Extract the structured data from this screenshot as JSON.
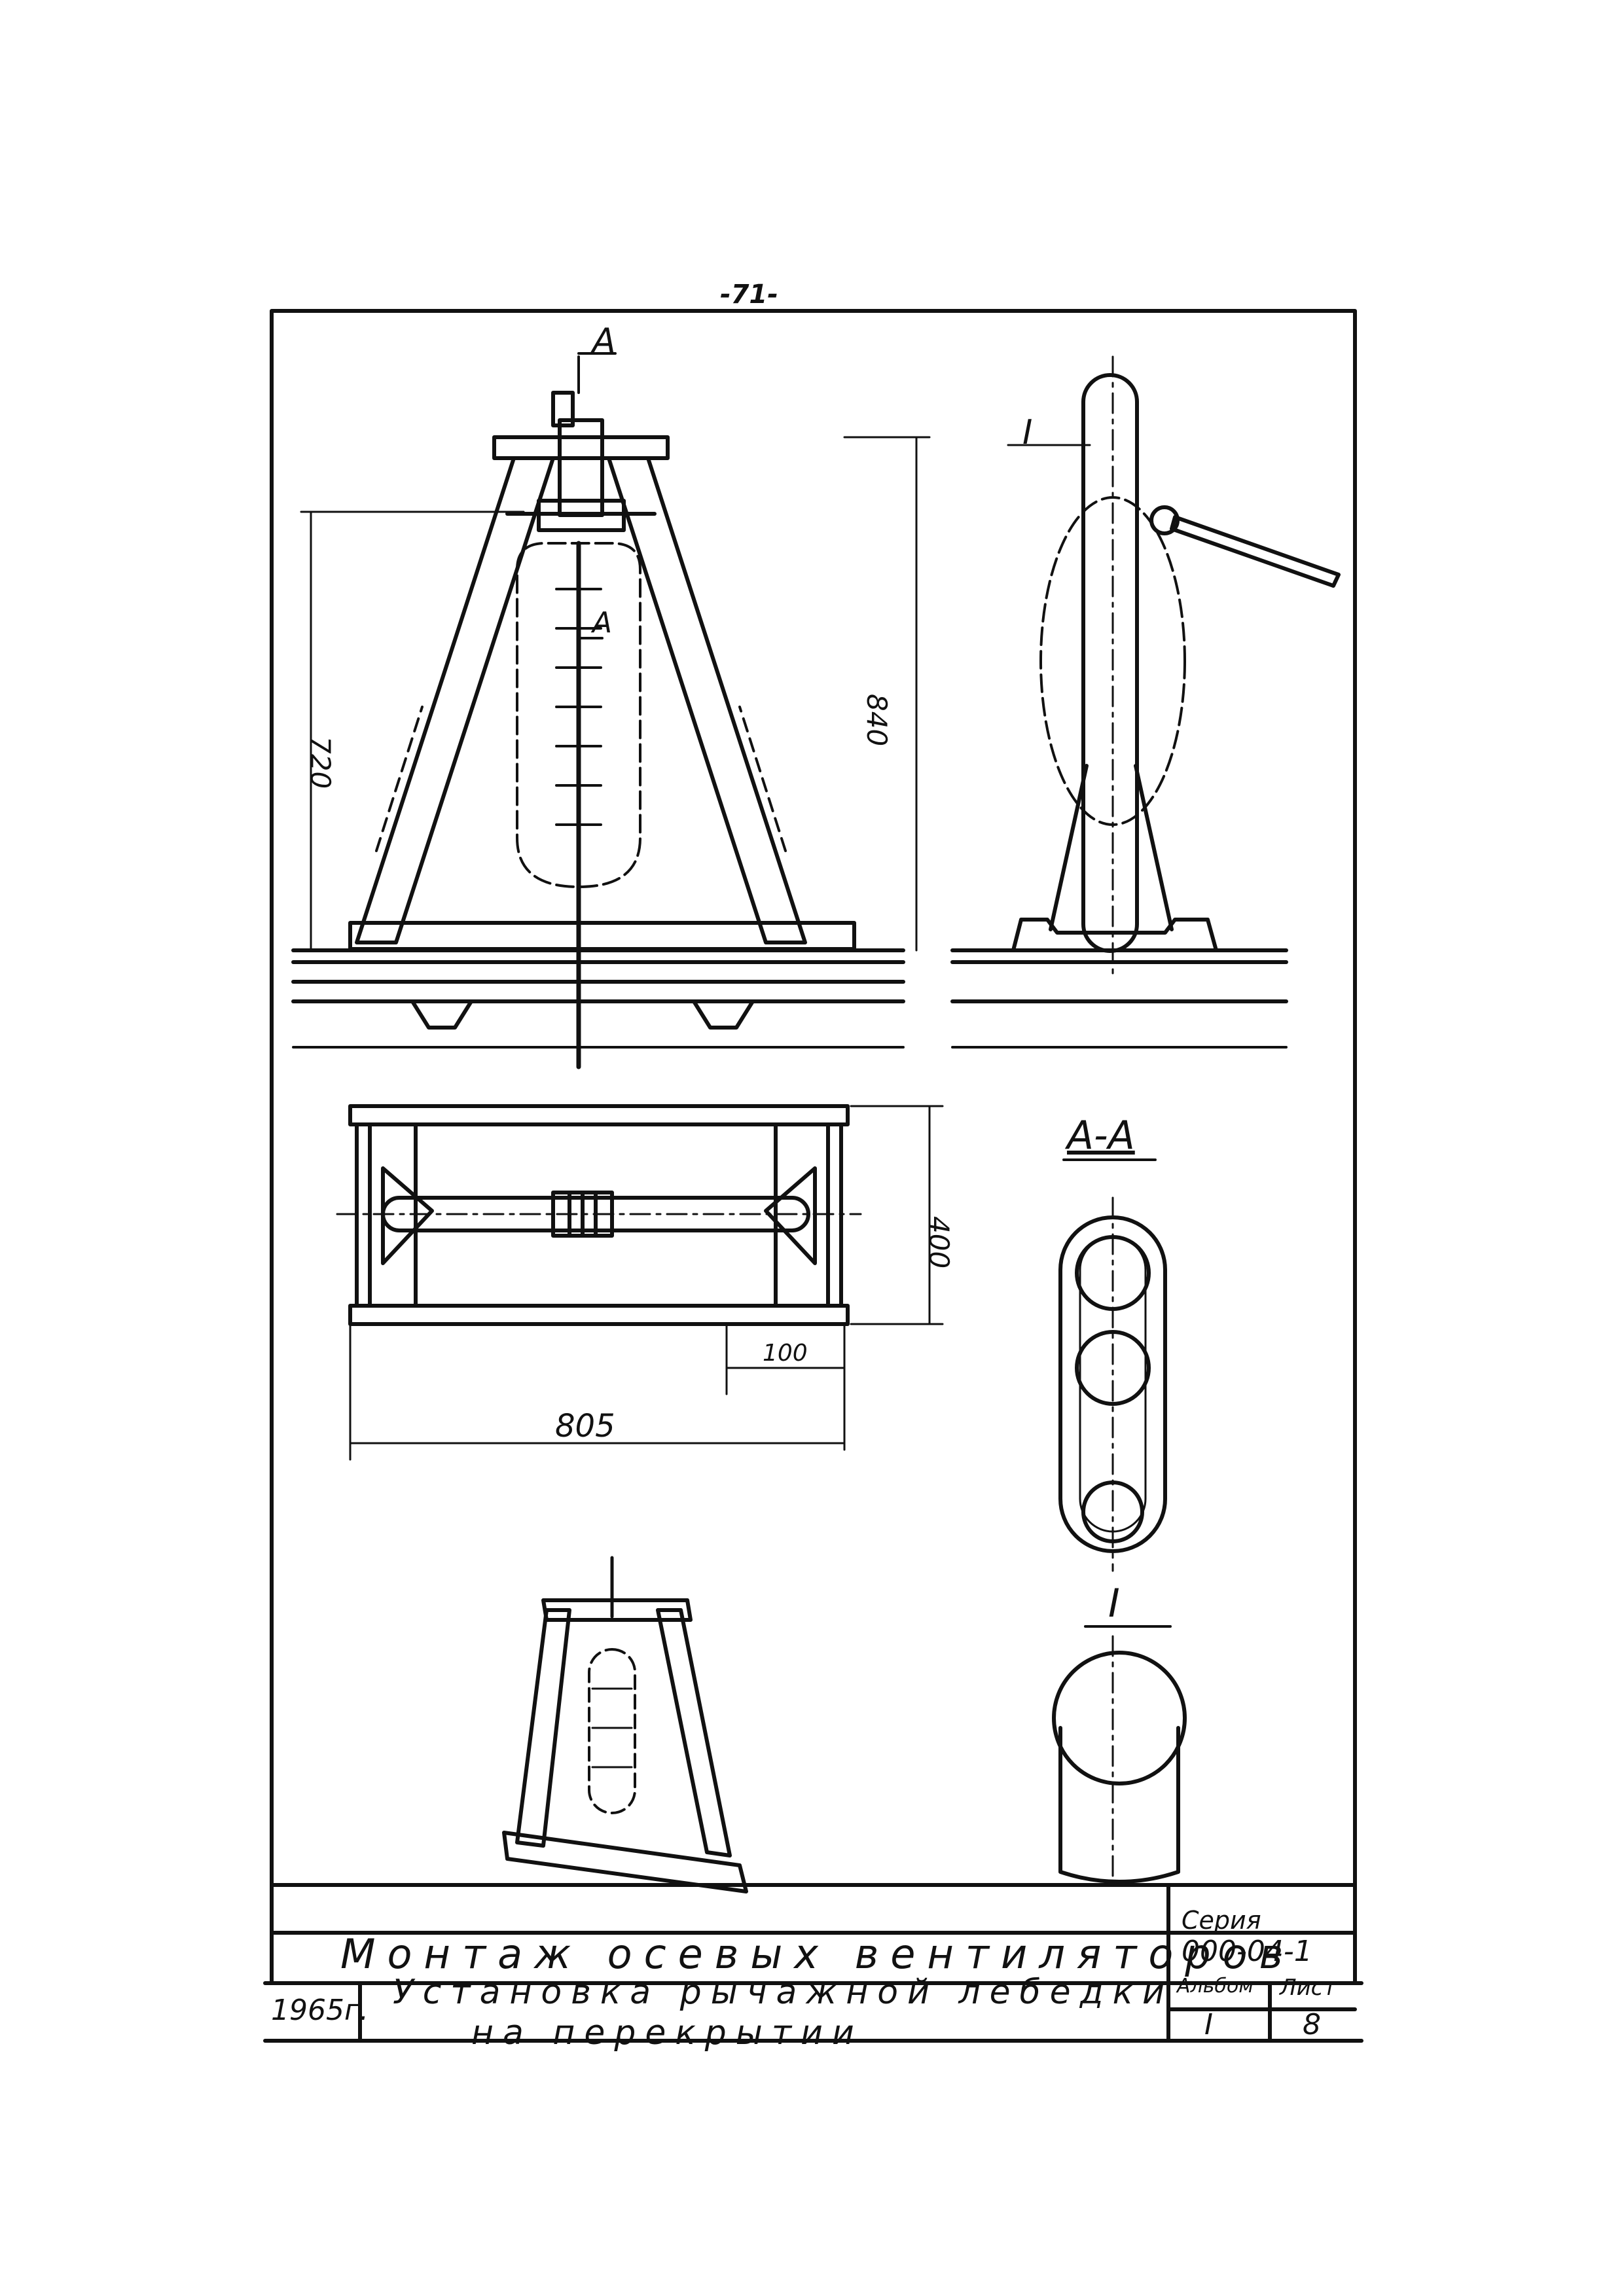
{
  "page_number": "-71-",
  "views": {
    "section_mark_top": "А",
    "section_mark_mid": "А",
    "section_title": "А-А",
    "detail_mark_side": "I",
    "detail_mark_bottom": "I"
  },
  "dimensions": {
    "height_total": "840",
    "height_pivot": "720",
    "plan_depth": "400",
    "plan_offset": "100",
    "plan_width": "805"
  },
  "title_block": {
    "title": "Монтаж осевых вентиляторов",
    "subtitle_line1": "Установка рычажной лебедки",
    "subtitle_line2": "на перекрытии",
    "year": "1965г.",
    "series_label": "Серия",
    "series_value": "000-04-1",
    "album_label": "Альбом",
    "album_value": "I",
    "sheet_label": "Лист",
    "sheet_value": "8"
  }
}
